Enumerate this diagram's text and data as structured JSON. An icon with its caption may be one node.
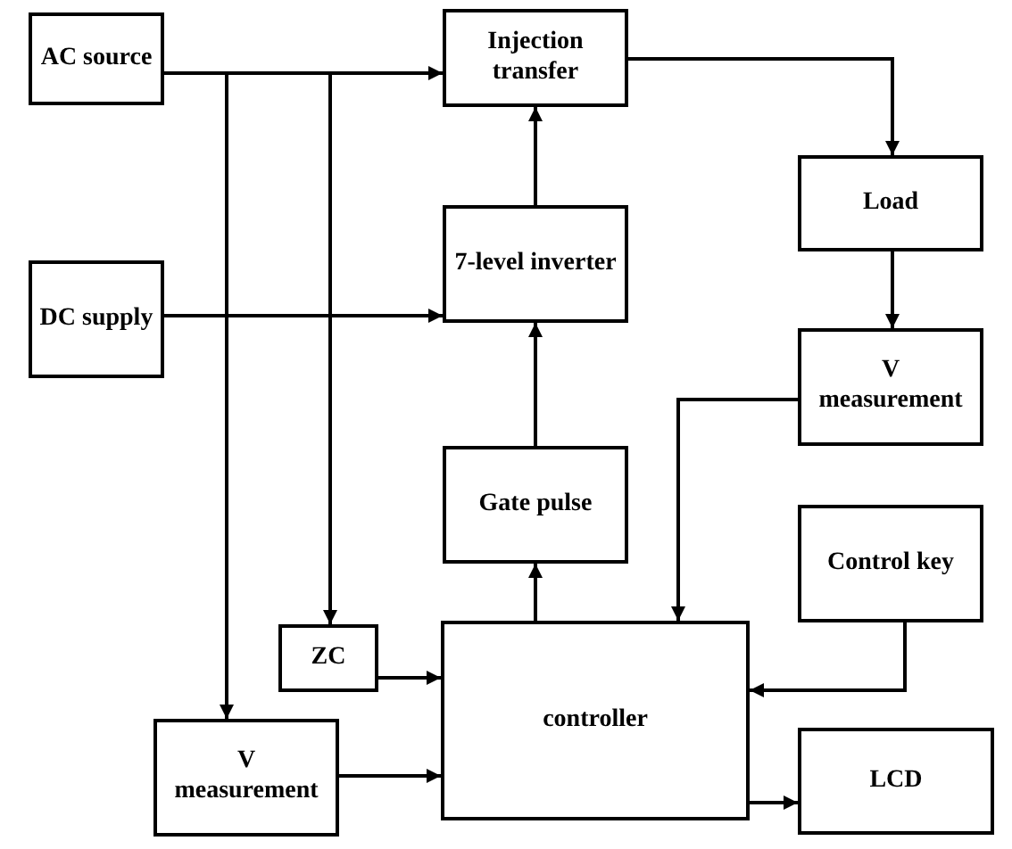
{
  "diagram": {
    "nodes": [
      {
        "text": [
          "AC source"
        ]
      },
      {
        "text": [
          "Injection transfer"
        ]
      },
      {
        "text": [
          "Load"
        ]
      },
      {
        "text": [
          "DC supply"
        ]
      },
      {
        "text": [
          "7-level inverter"
        ]
      },
      {
        "text": [
          "V measurement"
        ]
      },
      {
        "text": [
          "Gate pulse"
        ]
      },
      {
        "text": [
          "Control key"
        ]
      },
      {
        "text": [
          "ZC"
        ]
      },
      {
        "text": [
          "controller"
        ]
      },
      {
        "text": [
          "V measurement"
        ]
      },
      {
        "text": [
          "LCD"
        ]
      }
    ],
    "edges": [
      {
        "from": 0,
        "to": 1,
        "arrow": "to"
      },
      {
        "from": 0,
        "to": 8,
        "arrow": "to"
      },
      {
        "from": 0,
        "to": 10,
        "arrow": "to"
      },
      {
        "from": 1,
        "to": 2,
        "arrow": "to"
      },
      {
        "from": 3,
        "to": 4,
        "arrow": "to"
      },
      {
        "from": 4,
        "to": 1,
        "arrow": "to"
      },
      {
        "from": 6,
        "to": 4,
        "arrow": "to"
      },
      {
        "from": 9,
        "to": 6,
        "arrow": "to"
      },
      {
        "from": 8,
        "to": 9,
        "arrow": "to"
      },
      {
        "from": 10,
        "to": 9,
        "arrow": "to"
      },
      {
        "from": 2,
        "to": 5,
        "arrow": "to"
      },
      {
        "from": 5,
        "to": 9,
        "arrow": "to"
      },
      {
        "from": 7,
        "to": 9,
        "arrow": "to"
      },
      {
        "from": 9,
        "to": 11,
        "arrow": "to"
      }
    ]
  }
}
